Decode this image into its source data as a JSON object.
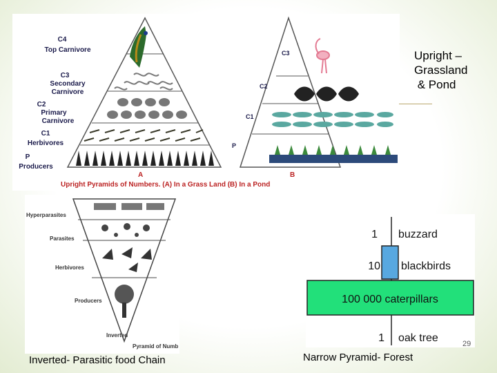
{
  "slide": {
    "caption_upright": [
      "Upright –",
      "Grassland",
      " & Pond"
    ],
    "caption_inverted": "Inverted- Parasitic food Chain",
    "caption_narrow": "Narrow Pyramid- Forest",
    "page_number": "29"
  },
  "upright_figure": {
    "grassland_labels": [
      {
        "code": "C4",
        "name": "Top Carnivore"
      },
      {
        "code": "C3",
        "name": "Secondary"
      },
      {
        "code": "",
        "name": "Carnivore"
      },
      {
        "code": "C2",
        "name": "Primary"
      },
      {
        "code": "",
        "name": "Carnivore"
      },
      {
        "code": "C1",
        "name": "Herbivores"
      },
      {
        "code": "P",
        "name": "Producers"
      }
    ],
    "pond_labels": [
      "C3",
      "C2",
      "C1",
      "P"
    ],
    "label_a": "A",
    "label_b": "B",
    "caption": "Upright Pyramids of Numbers. (A) In a Grass Land (B) In a Pond"
  },
  "inverted_figure": {
    "levels": [
      "Hyperparasites",
      "Parasites",
      "Herbivores",
      "Producers"
    ],
    "bottom_label": "Inverted",
    "corner_label": "Pyramid of Numb"
  },
  "narrow_figure": {
    "levels": [
      {
        "count": "1",
        "name": "buzzard"
      },
      {
        "count": "10",
        "name": "blackbirds"
      },
      {
        "count": "",
        "name": "100 000 caterpillars"
      },
      {
        "count": "1",
        "name": "oak tree"
      }
    ],
    "colors": {
      "caterpillar_bar": "#22e07a",
      "blackbird_bar": "#58a8e0"
    }
  }
}
